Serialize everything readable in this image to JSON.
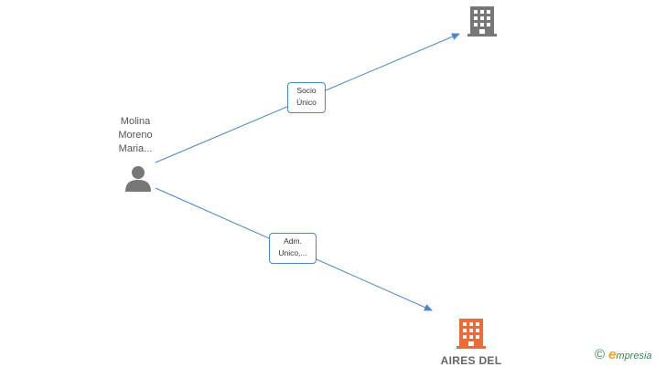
{
  "person": {
    "name_lines": [
      "Molina",
      "Moreno",
      "Maria..."
    ],
    "icon": "person-icon"
  },
  "edges": [
    {
      "label_lines": [
        "Socio",
        "Único"
      ]
    },
    {
      "label_lines": [
        "Adm.",
        "Unico,..."
      ]
    }
  ],
  "companies": [
    {
      "name": "",
      "icon": "building-icon",
      "color": "#777777"
    },
    {
      "name": "AIRES DEL",
      "icon": "building-icon",
      "color": "#f06a35"
    }
  ],
  "branding": {
    "copyright": "©",
    "logo_initial": "e",
    "logo_rest": "mpresia"
  },
  "colors": {
    "edge": "#4a86c8",
    "person": "#777777"
  }
}
